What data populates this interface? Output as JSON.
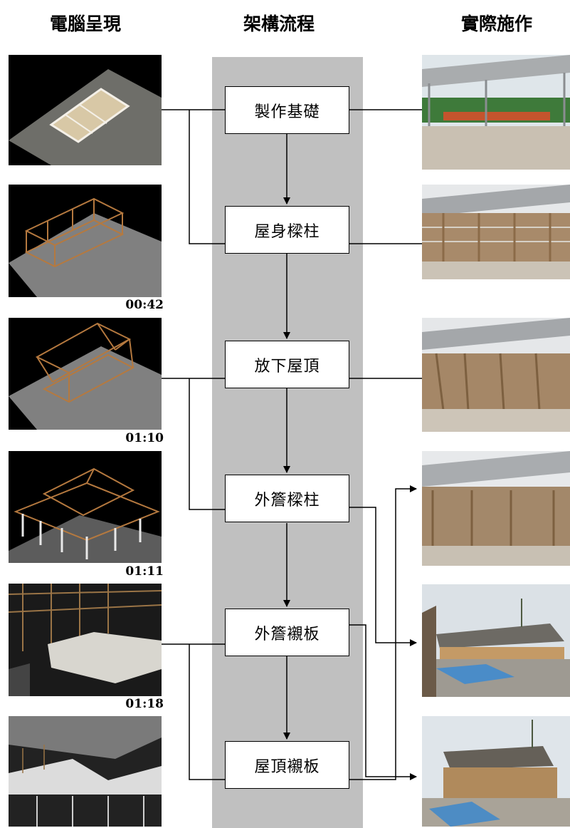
{
  "headers": {
    "left": "電腦呈現",
    "middle": "架構流程",
    "right": "實際施作"
  },
  "steps": [
    "製作基礎",
    "屋身樑柱",
    "放下屋頂",
    "外簷樑柱",
    "外簷襯板",
    "屋頂襯板"
  ],
  "timestamps": [
    "00:42",
    "01:10",
    "01:11",
    "01:18"
  ],
  "colors": {
    "band": "#c0c0c0",
    "box_border": "#000000",
    "line": "#000000"
  }
}
